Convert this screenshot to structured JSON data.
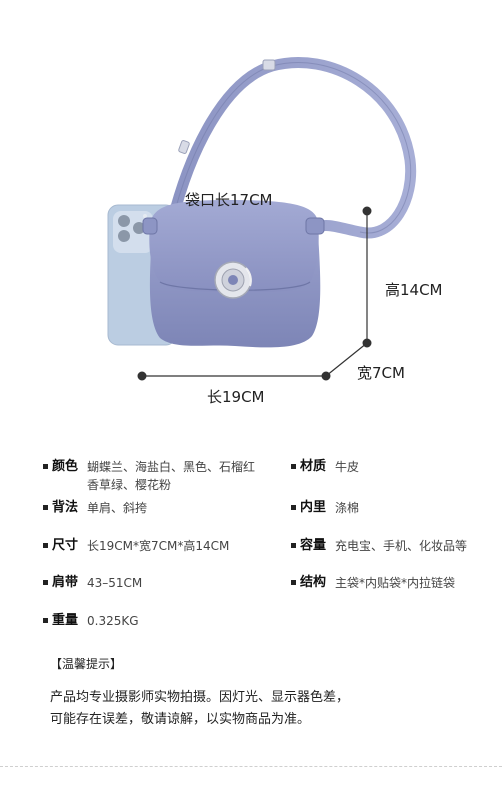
{
  "dimensions": {
    "opening": "袋口长17CM",
    "height": "高14CM",
    "depth": "宽7CM",
    "length": "长19CM"
  },
  "specs": {
    "color": {
      "key": "颜色",
      "val1": "蝴蝶兰、海盐白、黑色、石榴红",
      "val2": "香草绿、樱花粉"
    },
    "material": {
      "key": "材质",
      "val": "牛皮"
    },
    "carry": {
      "key": "背法",
      "val": "单肩、斜挎"
    },
    "lining": {
      "key": "内里",
      "val": "涤棉"
    },
    "size": {
      "key": "尺寸",
      "val": "长19CM*宽7CM*高14CM"
    },
    "capacity": {
      "key": "容量",
      "val": "充电宝、手机、化妆品等"
    },
    "strap": {
      "key": "肩带",
      "val": "43–51CM"
    },
    "structure": {
      "key": "结构",
      "val": "主袋*内贴袋*内拉链袋"
    },
    "weight": {
      "key": "重量",
      "val": "0.325KG"
    }
  },
  "notice": {
    "title": "【温馨提示】",
    "line1": "产品均专业摄影师实物拍摄。因灯光、显示器色差，",
    "line2": "可能存在误差，敬请谅解，以实物商品为准。"
  },
  "colors": {
    "bag": "#8f97c4",
    "bag_dark": "#7b83b3",
    "phone": "#a9c1dc"
  }
}
